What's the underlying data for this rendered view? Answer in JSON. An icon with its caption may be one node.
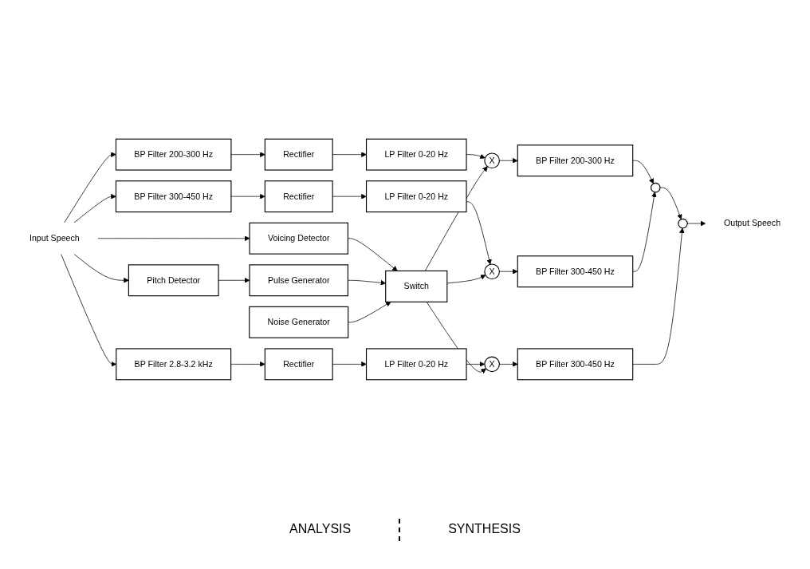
{
  "diagram": {
    "nodes": [
      {
        "text": [
          "Input Speech"
        ]
      },
      {
        "text": [
          "BP Filter 200-300 Hz"
        ]
      },
      {
        "text": [
          "Rectifier"
        ]
      },
      {
        "text": [
          "LP Filter 0-20 Hz"
        ]
      },
      {
        "text": [
          "BP Filter 300-450 Hz"
        ]
      },
      {
        "text": [
          "Rectifier"
        ]
      },
      {
        "text": [
          "LP Filter 0-20 Hz"
        ]
      },
      {
        "text": [
          "BP Filter 2.8-3.2 kHz"
        ]
      },
      {
        "text": [
          "Rectifier"
        ]
      },
      {
        "text": [
          "LP Filter 0-20 Hz"
        ]
      },
      {
        "text": [
          "Voicing Detector"
        ]
      },
      {
        "text": [
          "Pitch Detector"
        ]
      },
      {
        "text": [
          "X"
        ]
      },
      {
        "text": [
          "BP Filter 200-300 Hz"
        ]
      },
      {
        "text": [
          "X"
        ]
      },
      {
        "text": [
          "BP Filter 300-450 Hz"
        ]
      },
      {
        "text": [],
        "shape": "circle"
      },
      {
        "text": [
          "X"
        ]
      },
      {
        "text": [
          "BP Filter 300-450 Hz"
        ]
      },
      {
        "text": [],
        "shape": "circle"
      },
      {
        "text": [
          "Output Speech"
        ]
      },
      {
        "text": [
          "Switch"
        ]
      },
      {
        "text": [
          "Pulse Generator"
        ]
      },
      {
        "text": [
          "Noise Generator"
        ]
      }
    ],
    "edges": [
      {
        "from": 0,
        "to": 1,
        "arrow": "to"
      },
      {
        "from": 0,
        "to": 4,
        "arrow": "to"
      },
      {
        "from": 0,
        "to": 7,
        "arrow": "to"
      },
      {
        "from": 0,
        "to": 10,
        "arrow": "to"
      },
      {
        "from": 0,
        "to": 11,
        "arrow": "to"
      },
      {
        "from": 1,
        "to": 2,
        "arrow": "to"
      },
      {
        "from": 2,
        "to": 3,
        "arrow": "to"
      },
      {
        "from": 3,
        "to": 12,
        "arrow": "to"
      },
      {
        "from": 12,
        "to": 13,
        "arrow": "to"
      },
      {
        "from": 4,
        "to": 5,
        "arrow": "to"
      },
      {
        "from": 5,
        "to": 6,
        "arrow": "to"
      },
      {
        "from": 6,
        "to": 14,
        "arrow": "to"
      },
      {
        "from": 14,
        "to": 15,
        "arrow": "to"
      },
      {
        "from": 7,
        "to": 8,
        "arrow": "to"
      },
      {
        "from": 8,
        "to": 9,
        "arrow": "to"
      },
      {
        "from": 9,
        "to": 17,
        "arrow": "to"
      },
      {
        "from": 17,
        "to": 18,
        "arrow": "to"
      },
      {
        "from": 13,
        "to": 16,
        "arrow": "to"
      },
      {
        "from": 15,
        "to": 16,
        "arrow": "to"
      },
      {
        "from": 16,
        "to": 19,
        "arrow": "to"
      },
      {
        "from": 18,
        "to": 19,
        "arrow": "to"
      },
      {
        "from": 19,
        "to": 20,
        "arrow": "to"
      },
      {
        "from": 21,
        "to": 12,
        "arrow": "to"
      },
      {
        "from": 21,
        "to": 14,
        "arrow": "to"
      },
      {
        "from": 21,
        "to": 17,
        "arrow": "to"
      },
      {
        "from": 10,
        "to": 21,
        "arrow": "to"
      },
      {
        "from": 11,
        "to": 22,
        "arrow": "to"
      },
      {
        "from": 22,
        "to": 21,
        "arrow": "to"
      },
      {
        "from": 23,
        "to": 21,
        "arrow": "to"
      }
    ],
    "labels": [
      "ANALYSIS",
      "SYNTHESIS"
    ]
  }
}
